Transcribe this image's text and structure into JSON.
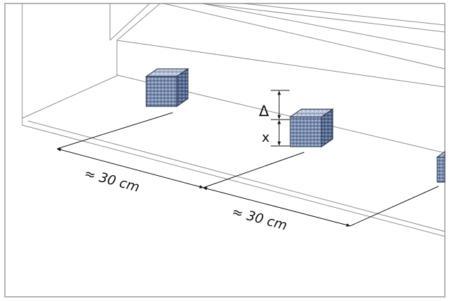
{
  "labels": {
    "delta": "Δ",
    "x": "x",
    "spacing_1": "≈ 30 cm",
    "spacing_2": "≈ 30 cm"
  },
  "colors": {
    "frame": "#9a9a9a",
    "room_lines": "#8c8c8c",
    "dimension": "#111111",
    "cube_top": "#b8c4d8",
    "cube_front": "#7e92b4",
    "cube_side": "#5a6f96"
  }
}
